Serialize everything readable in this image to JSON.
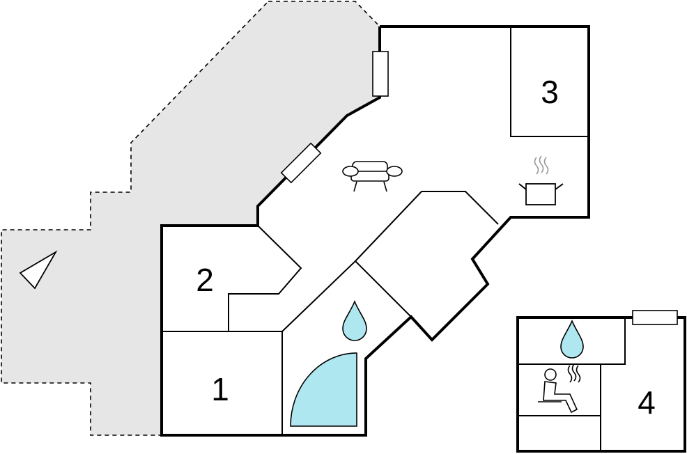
{
  "rooms": [
    {
      "id": "1",
      "label": "1"
    },
    {
      "id": "2",
      "label": "2"
    },
    {
      "id": "3",
      "label": "3"
    },
    {
      "id": "4",
      "label": "4"
    }
  ],
  "icons": [
    "north-arrow-icon",
    "sofa-icon",
    "cooking-pot-icon",
    "water-drop-icon",
    "shower-tray-icon",
    "sauna-person-icon",
    "steam-icon",
    "window-icon"
  ],
  "colors": {
    "terrace": "#e6e6e6",
    "water": "#aee7f0",
    "wall": "#000000",
    "background": "#ffffff"
  }
}
